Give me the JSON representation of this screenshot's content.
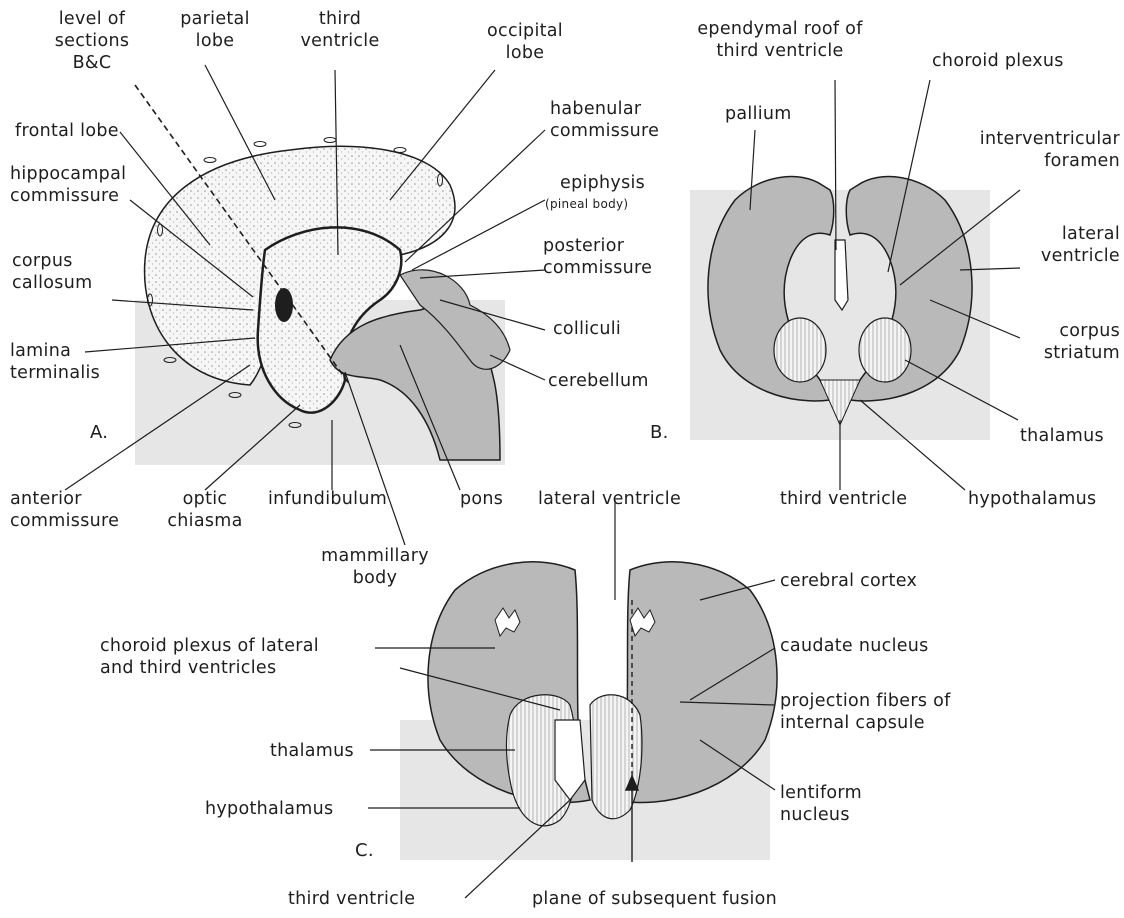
{
  "panels": {
    "a": "A.",
    "b": "B.",
    "c": "C."
  },
  "labels": {
    "level_of_sections": "level of\nsections\nB&C",
    "parietal_lobe": "parietal\nlobe",
    "third_ventricle_a": "third\nventricle",
    "occipital_lobe": "occipital\nlobe",
    "frontal_lobe": "frontal lobe",
    "hippocampal_commissure": "hippocampal\ncommissure",
    "habenular_commissure": "habenular\ncommissure",
    "epiphysis": "epiphysis",
    "pineal_body": "(pineal body)",
    "corpus_callosum": "corpus\ncallosum",
    "posterior_commissure": "posterior\ncommissure",
    "colliculi": "colliculi",
    "lamina_terminalis": "lamina\nterminalis",
    "cerebellum": "cerebellum",
    "anterior_commissure": "anterior\ncommissure",
    "optic_chiasma": "optic\nchiasma",
    "infundibulum": "infundibulum",
    "pons": "pons",
    "mammillary_body": "mammillary\nbody",
    "ependymal_roof": "ependymal roof of\nthird ventricle",
    "choroid_plexus": "choroid plexus",
    "pallium": "pallium",
    "interventricular_foramen": "interventricular\nforamen",
    "lateral_ventricle_b": "lateral\nventricle",
    "corpus_striatum": "corpus\nstriatum",
    "thalamus_b": "thalamus",
    "third_ventricle_b": "third ventricle",
    "hypothalamus_b": "hypothalamus",
    "lateral_ventricle_c": "lateral ventricle",
    "cerebral_cortex": "cerebral cortex",
    "choroid_plexus_lat_third": "choroid plexus of lateral\nand third ventricles",
    "caudate_nucleus": "caudate nucleus",
    "projection_fibers": "projection fibers of\ninternal capsule",
    "thalamus_c": "thalamus",
    "hypothalamus_c": "hypothalamus",
    "lentiform_nucleus": "lentiform\nnucleus",
    "third_ventricle_c": "third ventricle",
    "plane_of_fusion": "plane of subsequent fusion"
  },
  "colors": {
    "gray_fill": "#b9b9b9",
    "panel_bg": "#e6e6e6",
    "stipple": "#d8d8d8",
    "ink": "#1e1e1e"
  }
}
